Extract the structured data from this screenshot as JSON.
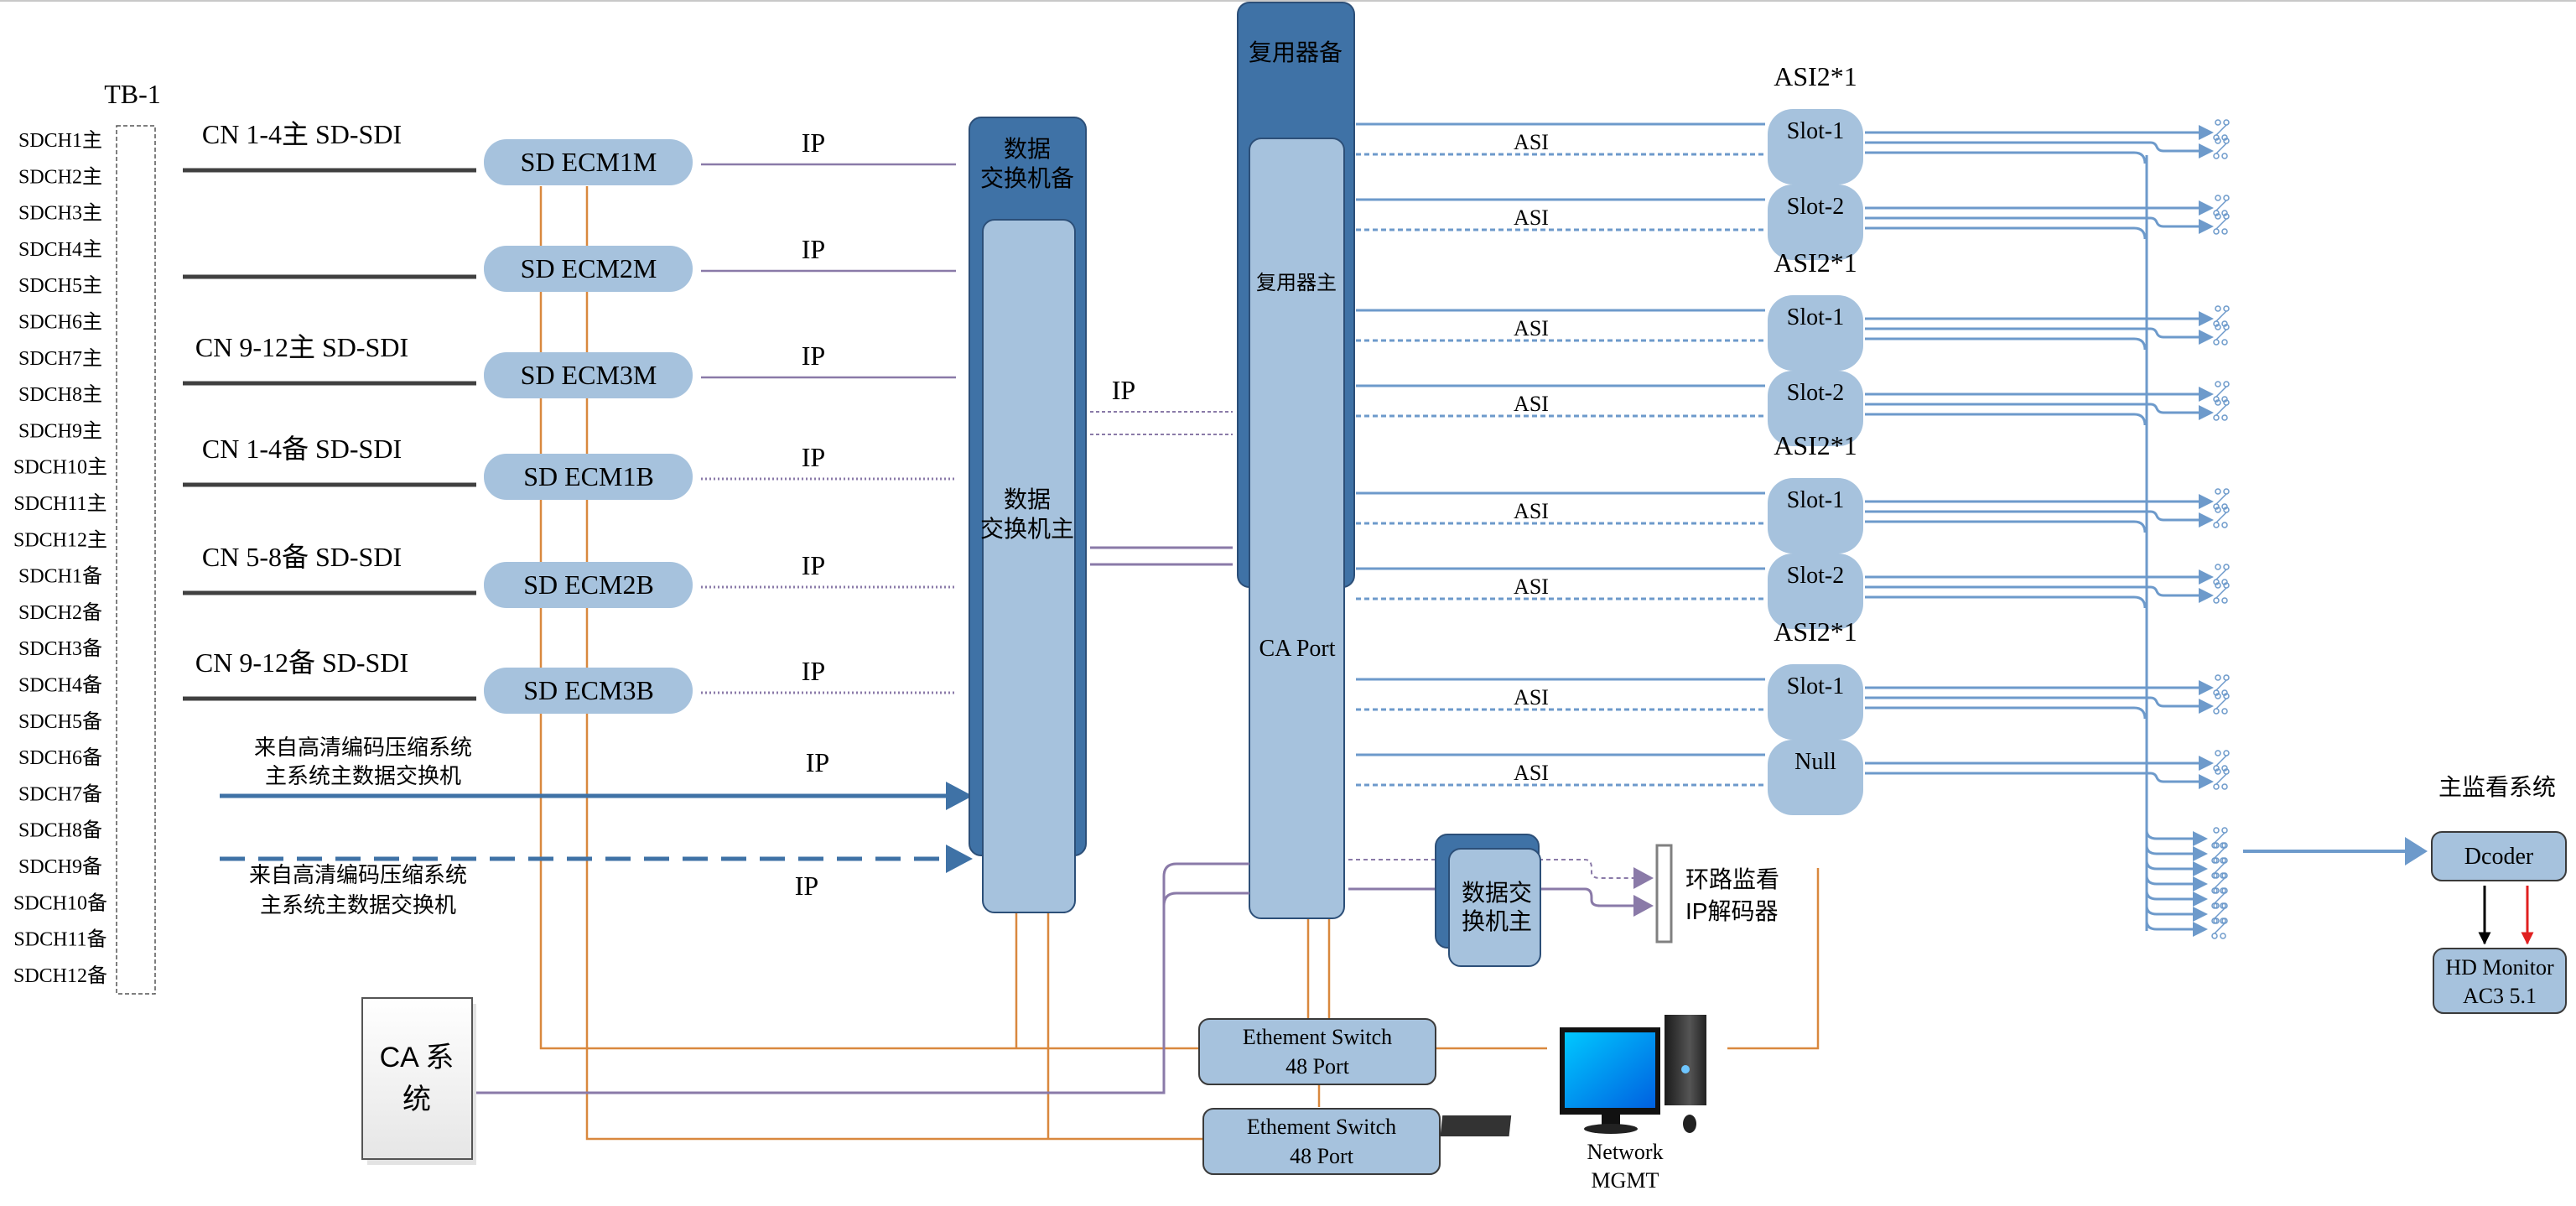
{
  "diagram": {
    "title_tb": "TB-1",
    "colors": {
      "dark_blue": "#3f72a6",
      "light_blue": "#a6c2dd",
      "line_blue": "#6d9acb",
      "purple": "#8a7aa8",
      "orange": "#d9883e",
      "dark_line": "#404040",
      "red": "#e02020"
    },
    "sdch_channels": [
      "SDCH1主",
      "SDCH2主",
      "SDCH3主",
      "SDCH4主",
      "SDCH5主",
      "SDCH6主",
      "SDCH7主",
      "SDCH8主",
      "SDCH9主",
      "SDCH10主",
      "SDCH11主",
      "SDCH12主",
      "SDCH1备",
      "SDCH2备",
      "SDCH3备",
      "SDCH4备",
      "SDCH5备",
      "SDCH6备",
      "SDCH7备",
      "SDCH8备",
      "SDCH9备",
      "SDCH10备",
      "SDCH11备",
      "SDCH12备"
    ],
    "encoders": [
      {
        "input_label": "CN 1-4主 SD-SDI",
        "module": "SD ECM1M",
        "link": "IP",
        "link_style": "solid"
      },
      {
        "input_label": "",
        "module": "SD ECM2M",
        "link": "IP",
        "link_style": "solid"
      },
      {
        "input_label": "CN 9-12主 SD-SDI",
        "module": "SD ECM3M",
        "link": "IP",
        "link_style": "solid"
      },
      {
        "input_label": "CN 1-4备 SD-SDI",
        "module": "SD ECM1B",
        "link": "IP",
        "link_style": "dotted"
      },
      {
        "input_label": "CN 5-8备 SD-SDI",
        "module": "SD ECM2B",
        "link": "IP",
        "link_style": "dotted"
      },
      {
        "input_label": "CN 9-12备 SD-SDI",
        "module": "SD ECM3B",
        "link": "IP",
        "link_style": "dotted"
      }
    ],
    "external_inputs": [
      {
        "label_line1": "来自高清编码压缩系统",
        "label_line2": "主系统主数据交换机",
        "link": "IP",
        "style": "solid"
      },
      {
        "label_line1": "来自高清编码压缩系统",
        "label_line2": "主系统主数据交换机",
        "link": "IP",
        "style": "dashed"
      }
    ],
    "data_switch_backup": {
      "line1": "数据",
      "line2": "交换机备"
    },
    "data_switch_main": {
      "line1": "数据",
      "line2": "交换机主"
    },
    "switch_to_mux_link": "IP",
    "mux_backup": "复用器备",
    "mux_main": "复用器主",
    "ca_port": "CA Port",
    "asi_groups": [
      {
        "title": "ASI2*1",
        "slots": [
          {
            "name": "Slot-1",
            "link": "ASI"
          },
          {
            "name": "Slot-2",
            "link": "ASI"
          }
        ]
      },
      {
        "title": "ASI2*1",
        "slots": [
          {
            "name": "Slot-1",
            "link": "ASI"
          },
          {
            "name": "Slot-2",
            "link": "ASI"
          }
        ]
      },
      {
        "title": "ASI2*1",
        "slots": [
          {
            "name": "Slot-1",
            "link": "ASI"
          },
          {
            "name": "Slot-2",
            "link": "ASI"
          }
        ]
      },
      {
        "title": "ASI2*1",
        "slots": [
          {
            "name": "Slot-1",
            "link": "ASI"
          },
          {
            "name": "Null",
            "link": "ASI"
          }
        ]
      }
    ],
    "loop_switch": {
      "line1": "数据交",
      "line2": "换机主"
    },
    "loop_monitor": {
      "line1": "环路监看",
      "line2": "IP解码器"
    },
    "ca_system": {
      "line1": "CA 系",
      "line2": "统"
    },
    "ethernet_switches": [
      {
        "line1": "Ethement Switch",
        "line2": "48 Port"
      },
      {
        "line1": "Ethement Switch",
        "line2": "48 Port"
      }
    ],
    "network_mgmt": {
      "line1": "Network",
      "line2": "MGMT"
    },
    "monitor_system": {
      "title": "主监看系统",
      "decoder": "Dcoder",
      "monitor_line1": "HD Monitor",
      "monitor_line2": "AC3 5.1"
    }
  }
}
